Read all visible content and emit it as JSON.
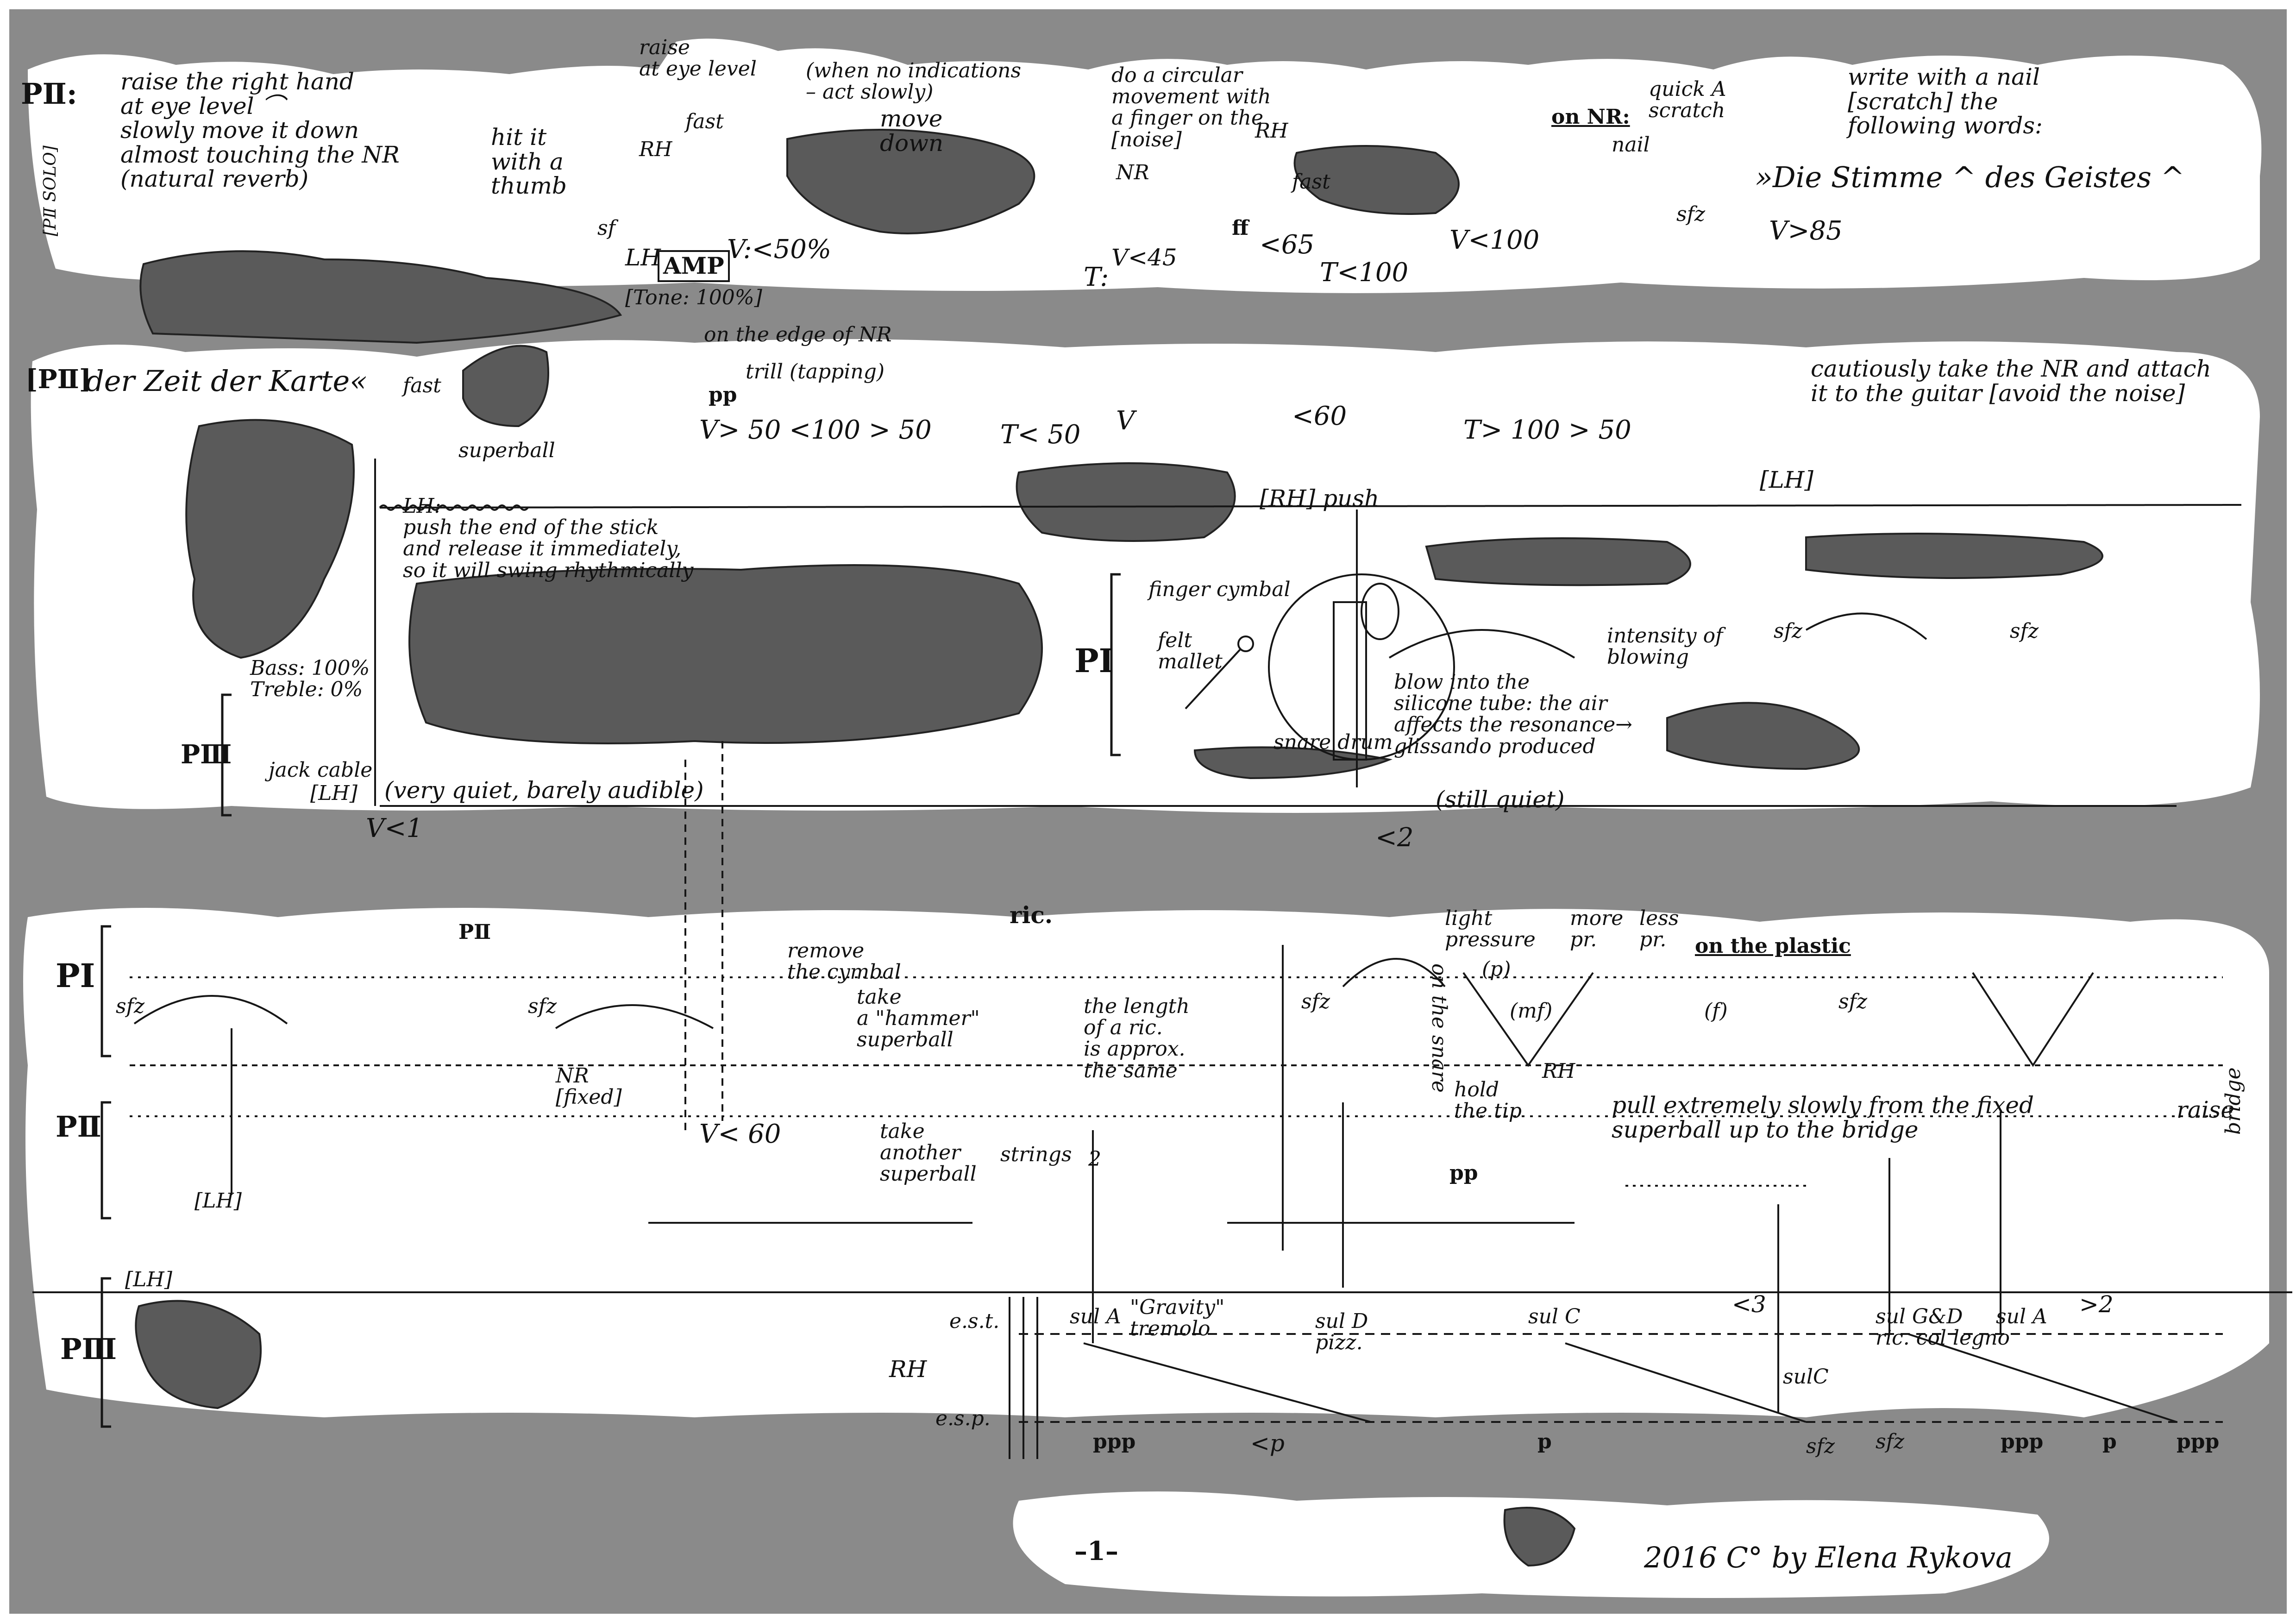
{
  "frame": {
    "paper": "#f3f3f3",
    "ink": "#161616",
    "shade": "#6e6e6e",
    "border": "#b8b8b8"
  },
  "top": {
    "p2_label": "PⅡ:",
    "instruction": "raise the right hand\nat eye level ⌒\nslowly move it down\nalmost touching the NR\n(natural reverb)",
    "p2_solo": "[PⅡ SOLO]",
    "hit_it": "hit it\nwith a\nthumb",
    "raise_eye": "raise\nat eye level",
    "rh_a": "RH",
    "fast_a": "fast",
    "sfz_a": "sf",
    "lh_amp": "LH",
    "amp": "AMP",
    "tone": "[Tone: 100%]",
    "when_no": "(when no indications\n– act slowly)",
    "move_down": "move\ndown",
    "v50": "V:<50%",
    "t_mark": "T:",
    "do_circular": "do a circular\nmovement with\na finger on the\n[noise]",
    "nr_a": "NR",
    "v45": "V<45",
    "rh_b": "RH",
    "fast_b": "fast",
    "ff": "ff",
    "t65": "<65",
    "t100": "T<100",
    "v100": "V<100",
    "on_nr": "on NR:",
    "quick": "quick A\nscratch",
    "nail": "nail",
    "sfz_b": "sfz",
    "write": "write with a nail\n[scratch] the\nfollowing words:",
    "words": "»Die Stimme ^ des Geistes ^",
    "v85": "V>85"
  },
  "second": {
    "p2": "[PⅡ]",
    "der_zeit": "der Zeit der Karte«",
    "fast": "fast",
    "edge_nr": "on the edge of NR",
    "trill": "trill (tapping)",
    "pp": "pp",
    "superball": "superball",
    "v_seq": "V> 50 <100 > 50",
    "t50": "T< 50",
    "v_only": "V",
    "lt60": "<60",
    "t100_50": "T> 100 > 50",
    "cautiously": "cautiously take the NR and attach\nit to the guitar [avoid the noise]",
    "lh_push": "LH:\npush the end of the stick\nand release it immediately,\nso it will swing rhythmically",
    "rh_push": "[RH] push",
    "lh_mid": "[LH]",
    "finger_cymbal": "finger cymbal",
    "felt_mallet": "felt\nmallet",
    "pi": "PI",
    "snare": "snare drum",
    "blow": "blow into the\nsilicone tube: the air\naffects the resonance→\nglissando produced",
    "intensity": "intensity of\nblowing",
    "sfz_c": "sfz",
    "sfz_d": "sfz",
    "bass": "Bass: 100%\nTreble: 0%",
    "p3": "PⅢ",
    "jack": "jack cable",
    "lh_low": "[LH]",
    "very_quiet": "(very quiet, barely audible)",
    "v1": "V<1",
    "still_quiet": "(still quiet)",
    "lt2": "<2"
  },
  "lower": {
    "pi": "PI",
    "sfz_1": "sfz",
    "p2_mark": "PⅡ",
    "sfz_2": "sfz",
    "remove": "remove\nthe cymbal",
    "ric": "ric.",
    "take_hammer": "take\na \"hammer\"\nsuperball",
    "length": "the length\nof a ric.\nis approx.\nthe same",
    "nr_fixed": "NR\n[fixed]",
    "pii": "PⅡ",
    "v60": "V< 60",
    "take_another": "take\nanother\nsuperball",
    "strings": "strings",
    "two": "2",
    "lh_a": "[LH]",
    "sfz_3": "sfz",
    "light": "light\npressure",
    "more": "more\npr.",
    "less": "less\npr.",
    "on_plastic": "on the plastic",
    "p_dyn": "(p)",
    "mf_dyn": "(mf)",
    "f_dyn": "(f)",
    "on_snare": "on the snare",
    "sfz_4": "sfz",
    "hold": "hold\nthe tip",
    "rh_c": "RH",
    "pull": "pull extremely slowly from the fixed\nsuperball up to the bridge",
    "pp_b": "pp",
    "raise": "raise",
    "bridge": "bridge",
    "lh_b": "[LH]",
    "piii": "PⅢ",
    "est": "e.s.t.",
    "esp": "e.s.p.",
    "rh_d": "RH",
    "sul_a": "sul A",
    "gravity": "\"Gravity\"\ntremolo",
    "sul_d": "sul D\npizz.",
    "sul_c": "sul C",
    "sul_c2": "sulC",
    "sul_gd": "sul G&D\nric. col legno",
    "sul_a2": "sul A",
    "gt2": ">2",
    "lt3": "<3",
    "ppp1": "ppp",
    "ltp": "<p",
    "p1": "p",
    "sfz_5": "sfz",
    "sfz_6": "sfz",
    "ppp2": "ppp",
    "p2": "p",
    "ppp3": "ppp"
  },
  "footer": {
    "page": "–1–",
    "copyright": "2016 C° by Elena Rykova"
  }
}
